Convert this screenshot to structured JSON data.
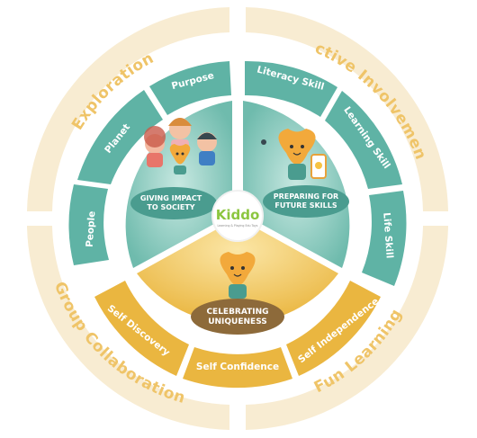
{
  "outer_ring": {
    "exploration": "Exploration",
    "active_involvement": "Active Involvement",
    "group_collaboration": "Group Collaboration",
    "fun_learning": "Fun Learning"
  },
  "segments": {
    "purpose": "Purpose",
    "planet": "Planet",
    "people": "People",
    "literacy_skill": "Literacy Skill",
    "learning_skill": "Learning Skill",
    "life_skill": "Life Skill",
    "self_discovery": "Self Discovery",
    "self_confidence": "Self Confidence",
    "self_independence": "Self Independence"
  },
  "sectors": {
    "left_line1": "GIVING IMPACT",
    "left_line2": "TO SOCIETY",
    "right_line1": "PREPARING FOR",
    "right_line2": "FUTURE SKILLS",
    "bottom_line1": "CELEBRATING",
    "bottom_line2": "UNIQUENESS"
  },
  "logo": {
    "name": "Kiddo",
    "tagline": "Learning & Playing Edu Toys"
  },
  "colors": {
    "teal": "#5fb3a5",
    "teal_dark": "#4a9c8f",
    "teal_light": "#a9d9cf",
    "gold": "#eab640",
    "gold_light": "#f4d27f",
    "ring": "#f8ecd2",
    "ring_text": "#efc468"
  }
}
